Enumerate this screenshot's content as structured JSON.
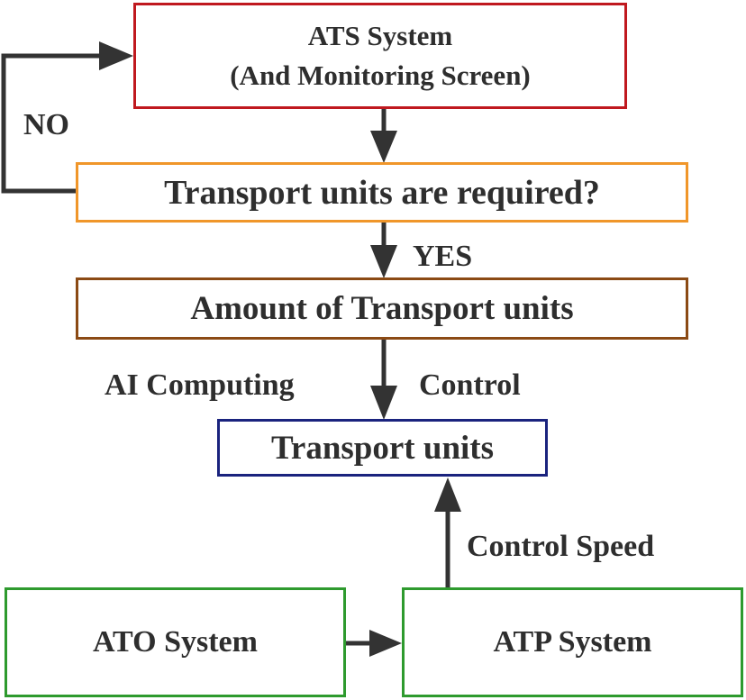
{
  "ats": {
    "line1": "ATS System",
    "line2": "(And Monitoring Screen)",
    "color": "#c0191f"
  },
  "decision": {
    "text": "Transport units are required?",
    "color": "#f0962a"
  },
  "amount": {
    "text": "Amount of Transport units",
    "color": "#8b4a14"
  },
  "units": {
    "text": "Transport units",
    "color": "#1a237e"
  },
  "ato": {
    "text": "ATO System",
    "color": "#2e9a2e"
  },
  "atp": {
    "text": "ATP System",
    "color": "#2e9a2e"
  },
  "labels": {
    "no": "NO",
    "yes": "YES",
    "ai": "AI Computing",
    "control": "Control",
    "speed": "Control Speed"
  },
  "arrow_color": "#333333"
}
